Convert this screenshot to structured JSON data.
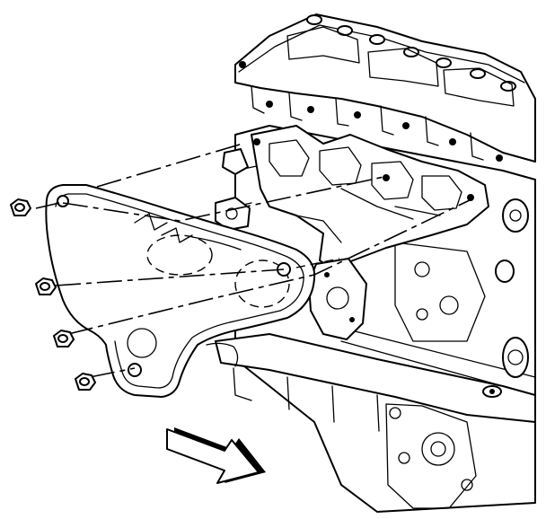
{
  "diagram": {
    "parts": {
      "engine_block": "engine-block",
      "exhaust_manifold": "exhaust-manifold",
      "heat_shield": "exhaust-manifold-heat-shield",
      "nuts": [
        "heat-shield-nut-1",
        "heat-shield-nut-2",
        "heat-shield-nut-3",
        "heat-shield-nut-4"
      ],
      "direction_arrow": "front-of-vehicle-arrow"
    },
    "colors": {
      "line": "#000000",
      "background": "#ffffff"
    }
  }
}
